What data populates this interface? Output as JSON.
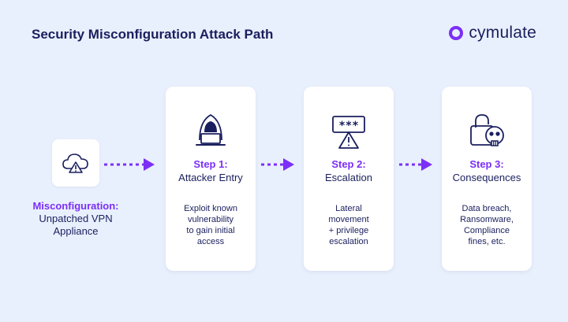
{
  "title": "Security Misconfiguration Attack Path",
  "brand": {
    "name": "cymulate",
    "colors": {
      "primary": "#7b2ff7",
      "navy": "#1a1f5e",
      "background": "#e9f0fd"
    }
  },
  "source": {
    "icon": "cloud-warning-icon",
    "label_highlight": "Misconfiguration:",
    "label_line1": "Unpatched VPN",
    "label_line2": "Appliance"
  },
  "steps": [
    {
      "icon": "hacker-laptop-icon",
      "title": "Step 1:",
      "subtitle": "Attacker Entry",
      "desc": [
        "Exploit known",
        "vulnerability",
        "to gain initial",
        "access"
      ]
    },
    {
      "icon": "password-warning-icon",
      "title": "Step 2:",
      "subtitle": "Escalation",
      "desc": [
        "Lateral",
        "movement",
        "+ privilege",
        "escalation"
      ],
      "password_mask": "***"
    },
    {
      "icon": "lock-skull-icon",
      "title": "Step 3:",
      "subtitle": "Consequences",
      "desc": [
        "Data breach,",
        "Ransomware,",
        "Compliance",
        "fines, etc."
      ]
    }
  ]
}
